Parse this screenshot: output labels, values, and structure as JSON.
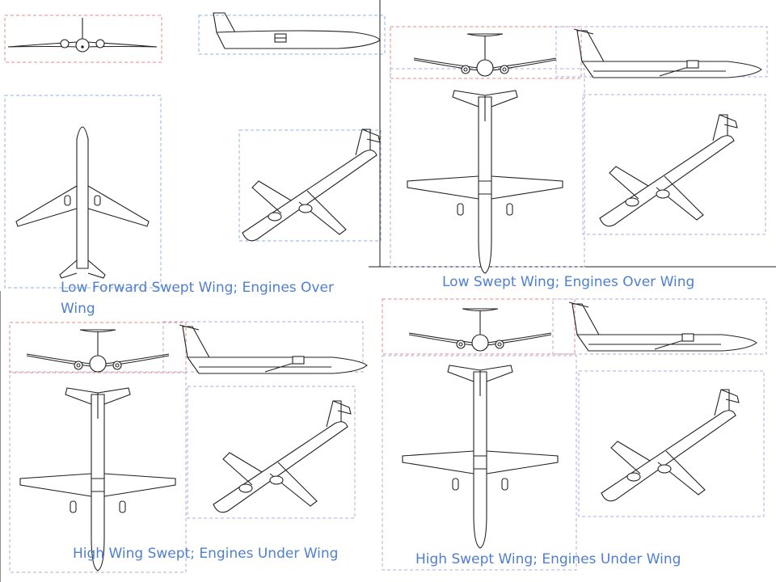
{
  "colors": {
    "caption": "#4f7fd0",
    "frame_front": "#e88a8a",
    "frame_view": "#8fb0e8",
    "frame_violet": "#b3a8e0",
    "line": "#222222"
  },
  "panels": [
    {
      "caption": "Low Forward Swept Wing; Engines Over Wing"
    },
    {
      "caption": "Low Swept Wing; Engines Over Wing"
    },
    {
      "caption": "High Wing Swept; Engines Under Wing"
    },
    {
      "caption": "High Swept Wing; Engines Under Wing"
    }
  ]
}
